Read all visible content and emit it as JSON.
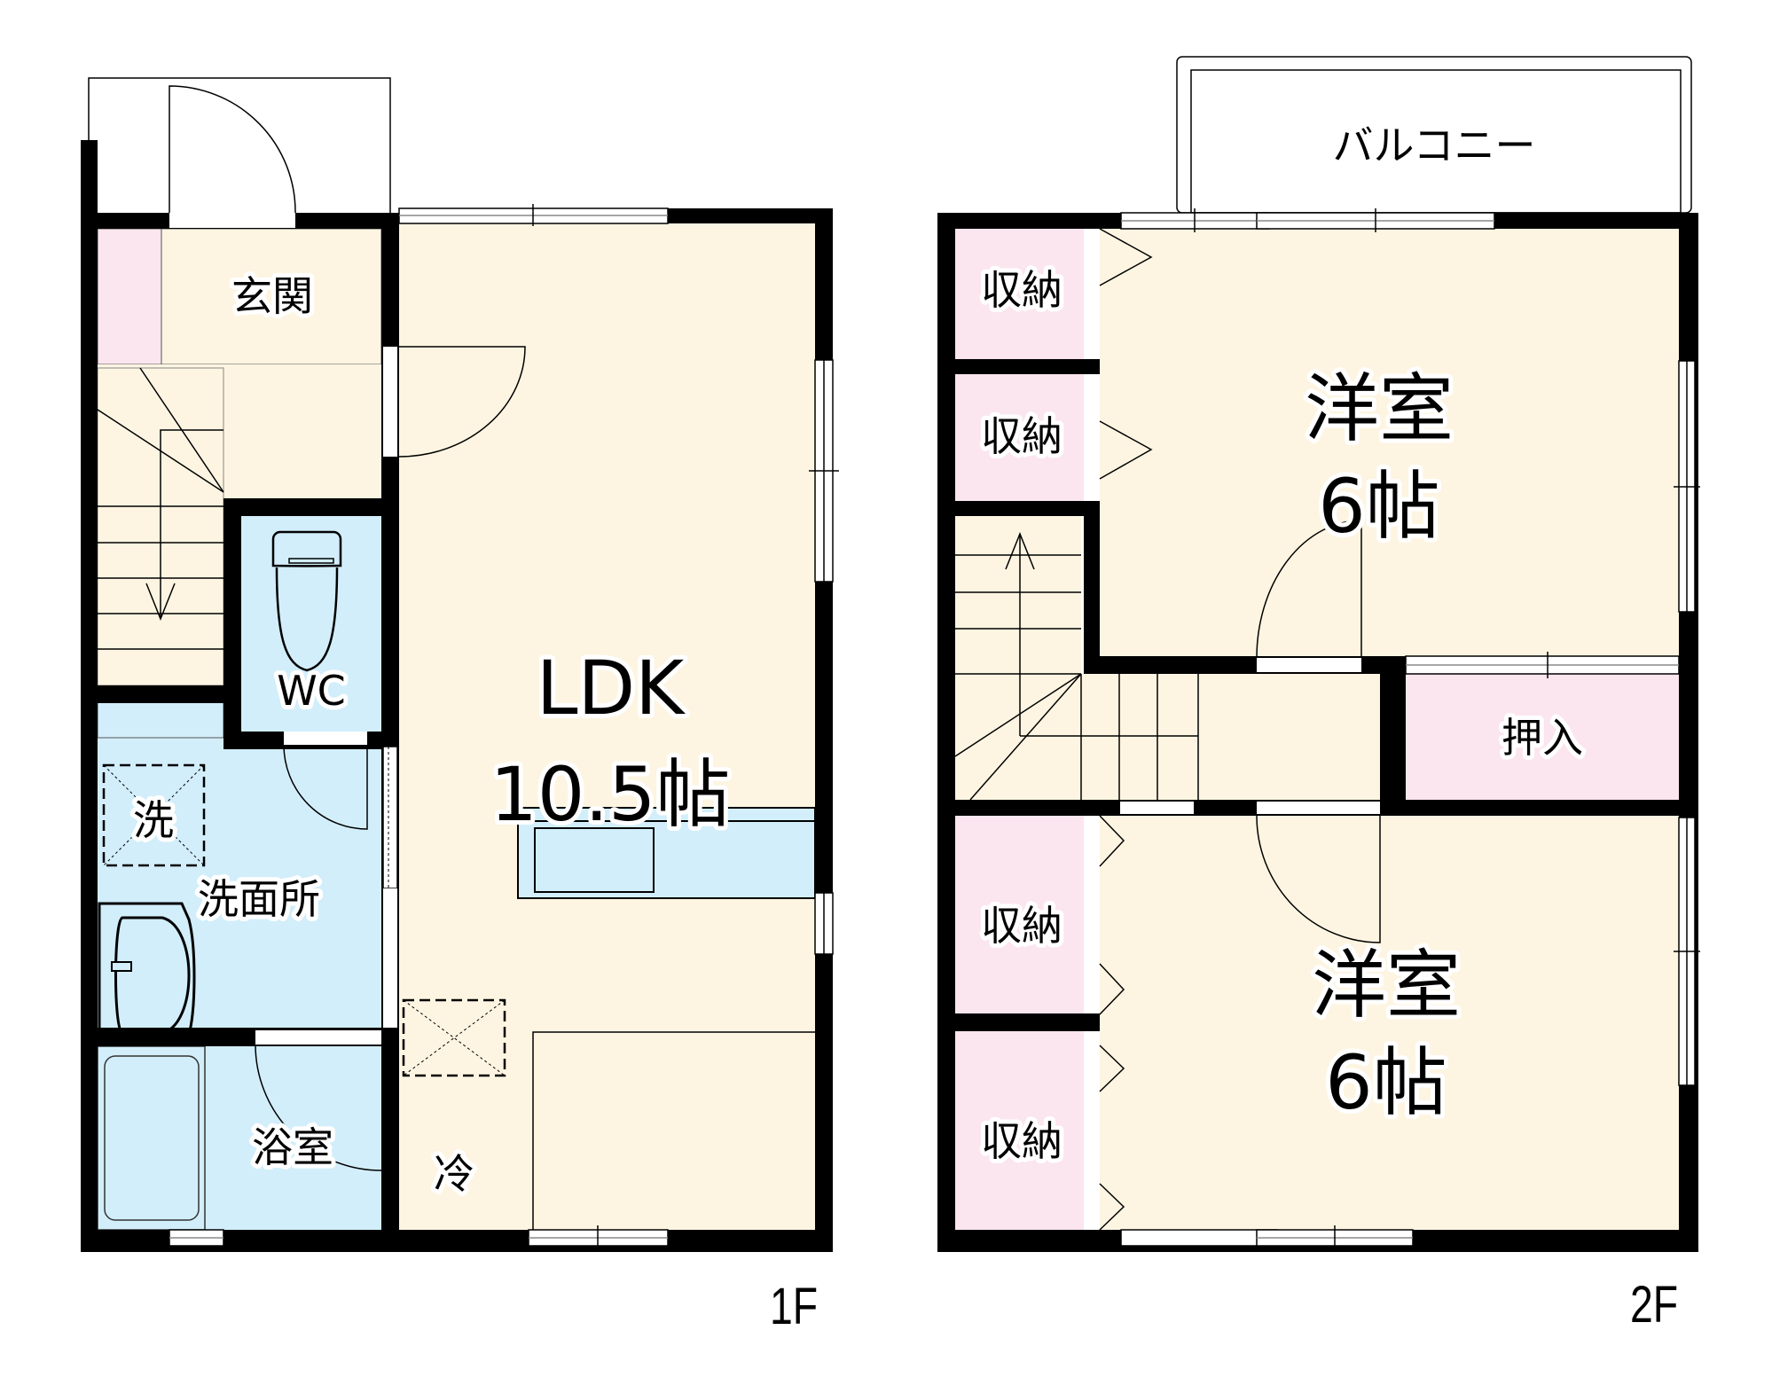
{
  "floor_plan": {
    "colors": {
      "room": "#fdf5e2",
      "wet": "#d2eefa",
      "storage": "#fbe5ee",
      "wall": "#000000",
      "background": "#ffffff"
    },
    "floors": [
      {
        "id": "1F",
        "label": "1F",
        "rooms": [
          {
            "id": "entrance",
            "label": "玄関",
            "type": "room"
          },
          {
            "id": "shoe-storage",
            "label": "",
            "type": "storage"
          },
          {
            "id": "stairs-1f",
            "label": "",
            "type": "stairs",
            "direction": "down"
          },
          {
            "id": "wc",
            "label": "WC",
            "type": "wet"
          },
          {
            "id": "washroom",
            "label": "洗面所",
            "type": "wet"
          },
          {
            "id": "washer-space",
            "label": "洗",
            "type": "wet"
          },
          {
            "id": "bathroom",
            "label": "浴室",
            "type": "wet"
          },
          {
            "id": "ldk",
            "label": "LDK",
            "size": "10.5帖",
            "type": "room"
          },
          {
            "id": "fridge-space",
            "label": "冷",
            "type": "wet"
          },
          {
            "id": "kitchen-counter",
            "label": "",
            "type": "wet"
          }
        ]
      },
      {
        "id": "2F",
        "label": "2F",
        "rooms": [
          {
            "id": "balcony",
            "label": "バルコニー",
            "type": "outdoor"
          },
          {
            "id": "storage-1",
            "label": "収納",
            "type": "storage"
          },
          {
            "id": "storage-2",
            "label": "収納",
            "type": "storage"
          },
          {
            "id": "bedroom-north",
            "label": "洋室",
            "size": "6帖",
            "type": "room"
          },
          {
            "id": "stairs-2f",
            "label": "",
            "type": "stairs",
            "direction": "up"
          },
          {
            "id": "closet",
            "label": "押入",
            "type": "storage"
          },
          {
            "id": "storage-3",
            "label": "収納",
            "type": "storage"
          },
          {
            "id": "storage-4",
            "label": "収納",
            "type": "storage"
          },
          {
            "id": "bedroom-south",
            "label": "洋室",
            "size": "6帖",
            "type": "room"
          }
        ]
      }
    ]
  }
}
